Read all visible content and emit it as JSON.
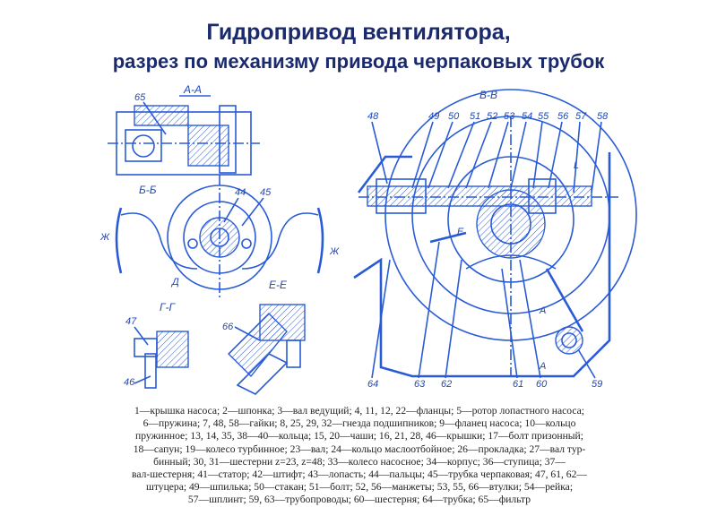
{
  "title": {
    "line1": "Гидропривод вентилятора,",
    "line2": "разрез по механизму привода черпаковых трубок"
  },
  "sections": {
    "aa": "А-А",
    "bb": "Б-Б",
    "gg": "Г-Г",
    "ee": "Е-Е",
    "vv": "В-В"
  },
  "marks": {
    "zh": "Ж",
    "d": "Д",
    "e": "Е",
    "l": "L",
    "a": "А"
  },
  "callouts": {
    "c65": "65",
    "c44": "44",
    "c45": "45",
    "c47": "47",
    "c46": "46",
    "c66": "66",
    "c48": "48",
    "c49": "49",
    "c50": "50",
    "c51": "51",
    "c52": "52",
    "c53": "53",
    "c54": "54",
    "c55": "55",
    "c56": "56",
    "c57": "57",
    "c58": "58",
    "c64": "64",
    "c63": "63",
    "c62": "62",
    "c61": "61",
    "c60": "60",
    "c59": "59"
  },
  "legend": [
    "1—крышка насоса; 2—шпонка; 3—вал ведущий; 4, 11, 12, 22—фланцы; 5—ротор лопастного насоса;",
    "6—пружина; 7, 48, 58—гайки; 8, 25, 29, 32—гнезда подшипников; 9—фланец насоса; 10—кольцо",
    "пружинное; 13, 14, 35, 38—40—кольца; 15, 20—чаши; 16, 21, 28, 46—крышки; 17—болт призонный;",
    "18—сапун; 19—колесо турбинное; 23—вал; 24—кольцо маслоотбойное; 26—прокладка; 27—вал тур-",
    "бинный; 30, 31—шестерни z=23, z=48; 33—колесо насосное; 34—корпус; 36—ступица; 37—",
    "вал-шестерня; 41—статор; 42—штифт; 43—лопасть; 44—пальцы; 45—трубка черпаковая; 47, 61, 62—",
    "штуцера; 49—шпилька; 50—стакан; 51—болт; 52, 56—манжеты; 53, 55, 66—втулки; 54—рейка;",
    "57—шплинт; 59, 63—трубопроводы; 60—шестерня; 64—трубка; 65—фильтр"
  ]
}
